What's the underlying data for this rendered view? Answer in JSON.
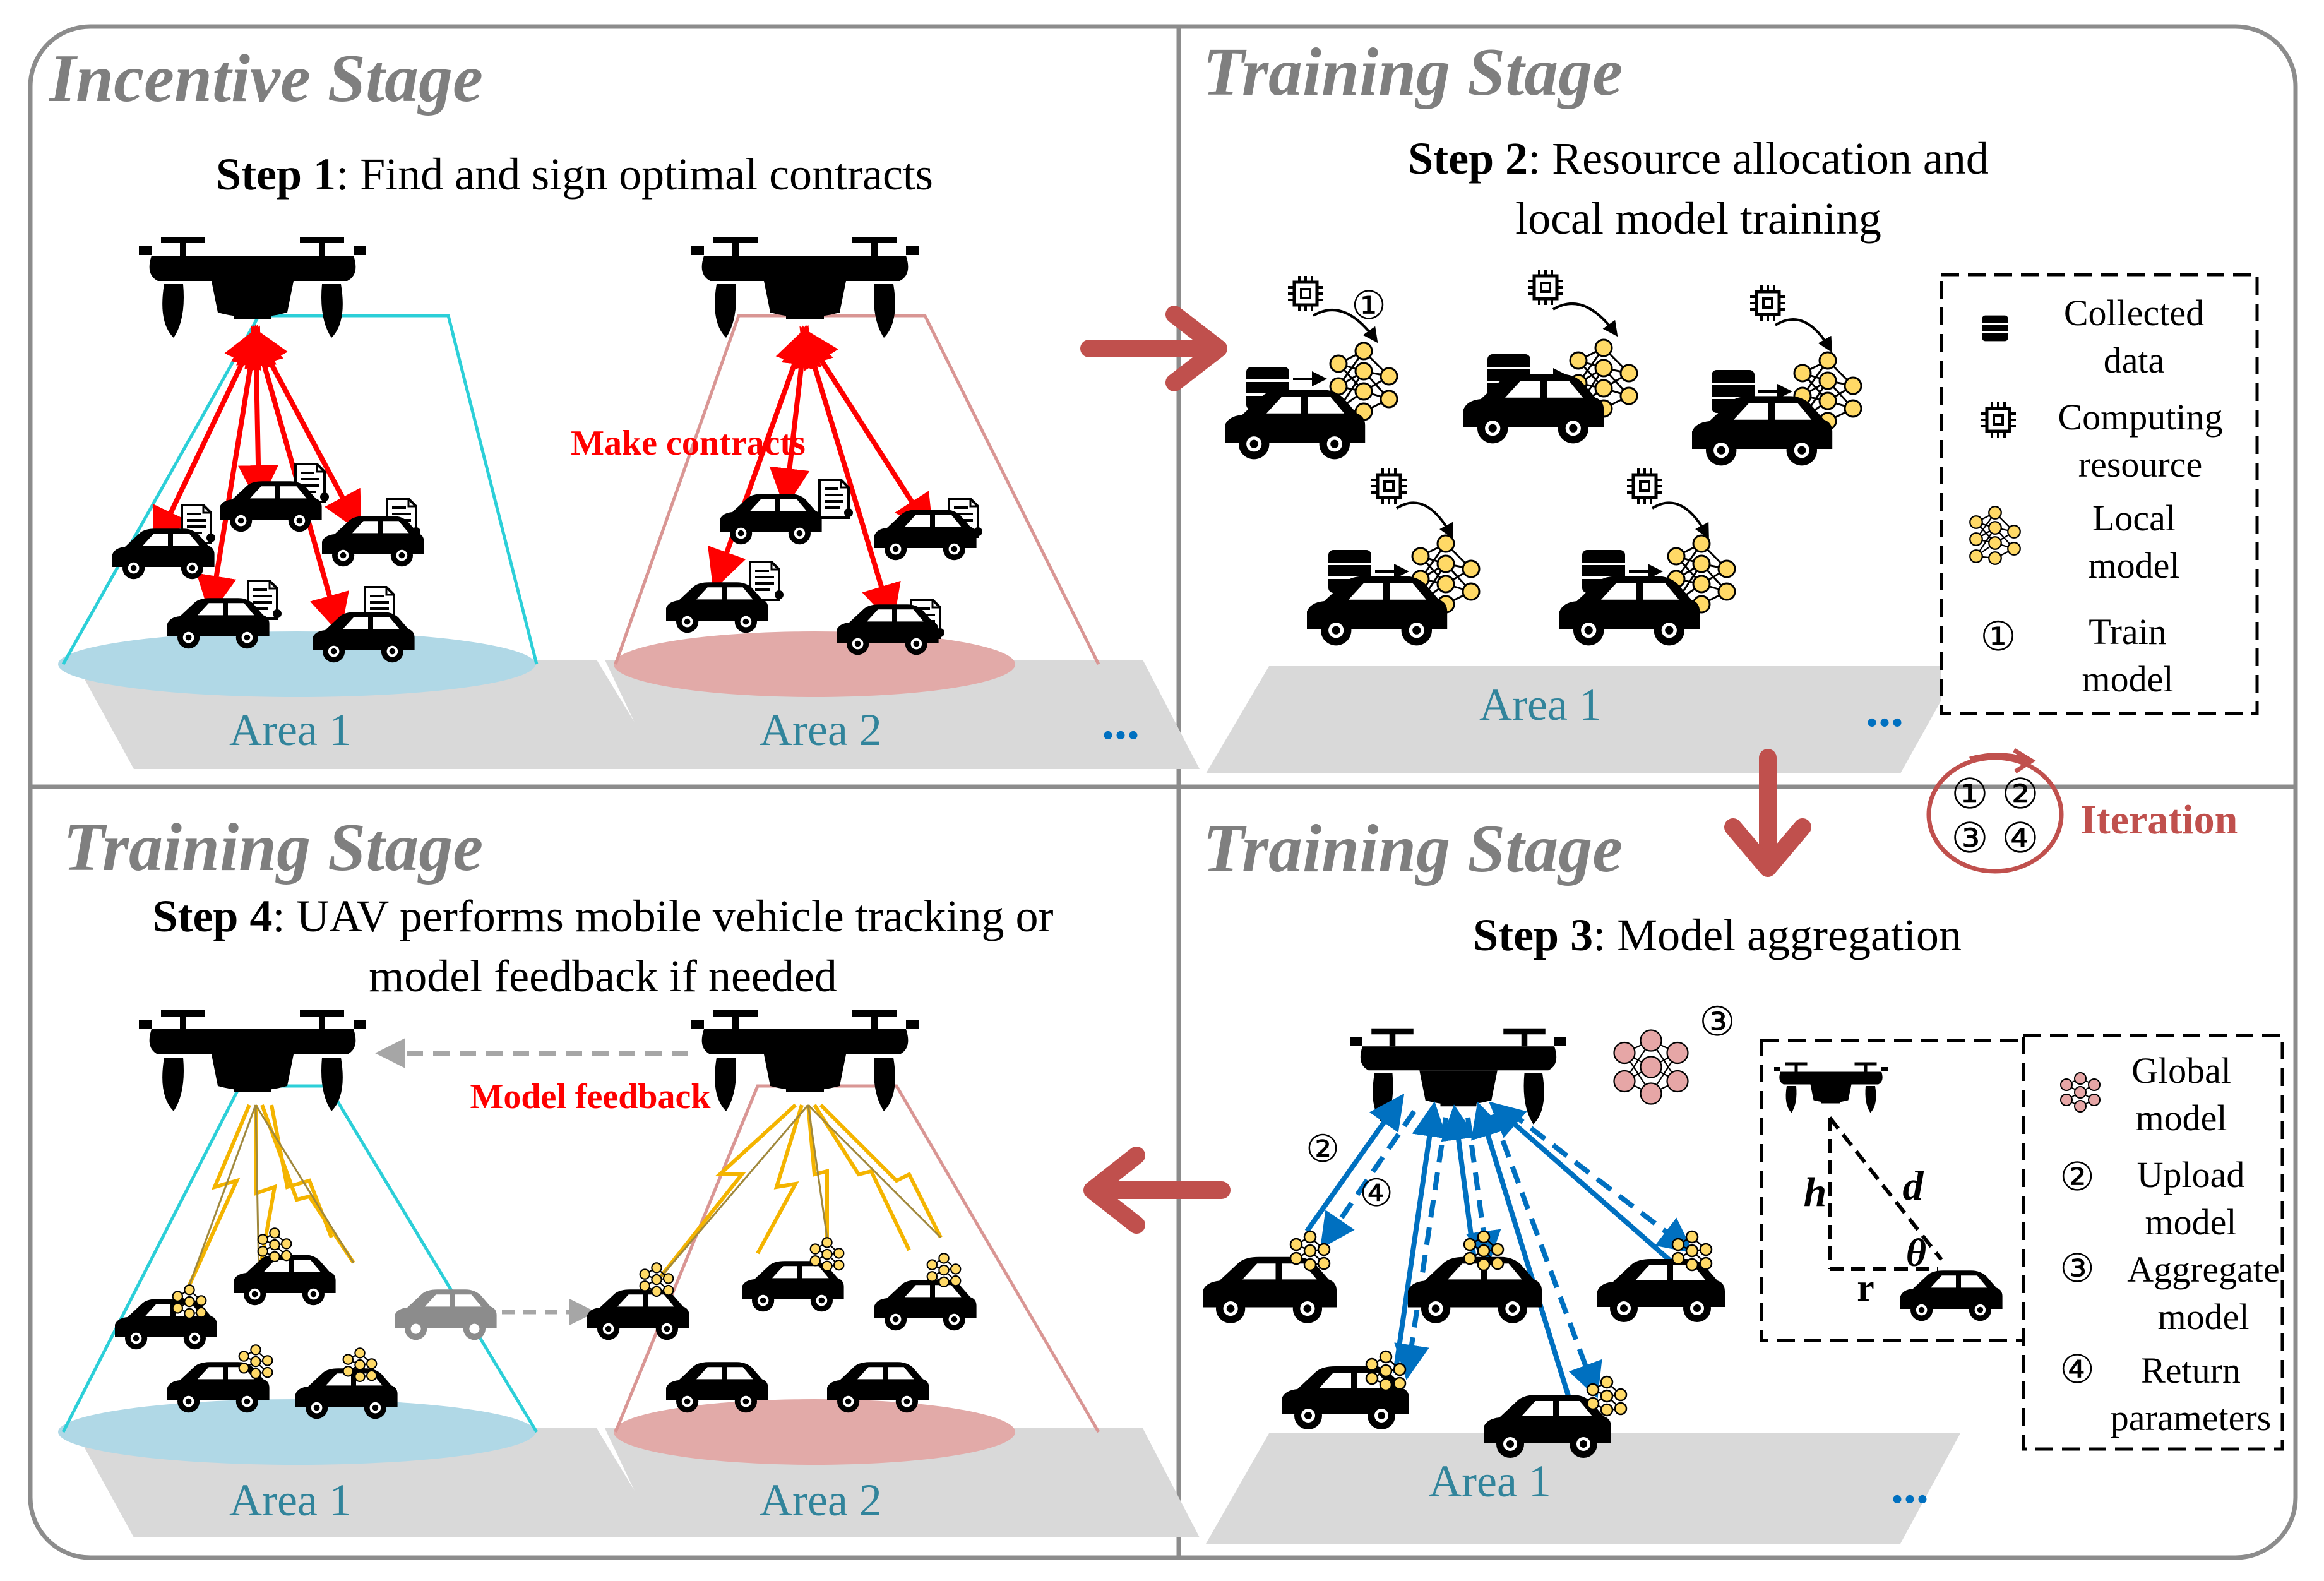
{
  "panels": {
    "p1": {
      "stage": "Incentive Stage",
      "step_bold": "Step 1",
      "step_text": ": Find and sign optimal contracts",
      "annotation": "Make contracts",
      "area1": "Area 1",
      "area2": "Area 2",
      "ellipsis": "..."
    },
    "p2": {
      "stage": "Training Stage",
      "step_bold": "Step 2",
      "step_text_line1": ": Resource allocation and",
      "step_text_line2": "local model training",
      "area": "Area 1",
      "ellipsis": "...",
      "train_marker": "①",
      "legend": {
        "collected_1": "Collected",
        "collected_2": "data",
        "computing_1": "Computing",
        "computing_2": "resource",
        "local_1": "Local",
        "local_2": "model",
        "train_1": "Train",
        "train_2": "model",
        "train_marker": "①"
      }
    },
    "p3": {
      "stage": "Training Stage",
      "step_bold": "Step 3",
      "step_text": ": Model aggregation",
      "area": "Area 1",
      "ellipsis": "...",
      "upload_marker": "②",
      "return_marker": "④",
      "aggregate_marker": "③",
      "geometry": {
        "h": "h",
        "d": "d",
        "r": "r",
        "theta": "θ"
      },
      "legend": {
        "global_1": "Global",
        "global_2": "model",
        "upload_marker": "②",
        "upload_1": "Upload",
        "upload_2": "model",
        "aggregate_marker": "③",
        "aggregate_1": "Aggregate",
        "aggregate_2": "model",
        "return_marker": "④",
        "return_1": "Return",
        "return_2": "parameters"
      }
    },
    "p4": {
      "stage": "Training Stage",
      "step_bold": "Step 4",
      "step_text_line1": ": UAV performs mobile vehicle tracking or",
      "step_text_line2": "model feedback if needed",
      "annotation": "Model feedback",
      "area1": "Area 1",
      "area2": "Area 2"
    }
  },
  "iteration": {
    "label": "Iteration",
    "m1": "①",
    "m2": "②",
    "m3": "③",
    "m4": "④"
  },
  "colors": {
    "stage_gray": "#7f7f7f",
    "contract_red": "#ff0000",
    "flow_arrow": "#c0504d",
    "area_text": "#31849b",
    "blue_link": "#0070c0",
    "cyan_cone": "#2ccfd8",
    "pink_cone": "#d99694",
    "area_blue": "#b0d8e6",
    "area_pink": "#e2aaa8",
    "ground": "#d9d9d9",
    "node_yellow": "#ffd966",
    "node_pink": "#e6a6a6",
    "lightning": "#f4b400"
  }
}
